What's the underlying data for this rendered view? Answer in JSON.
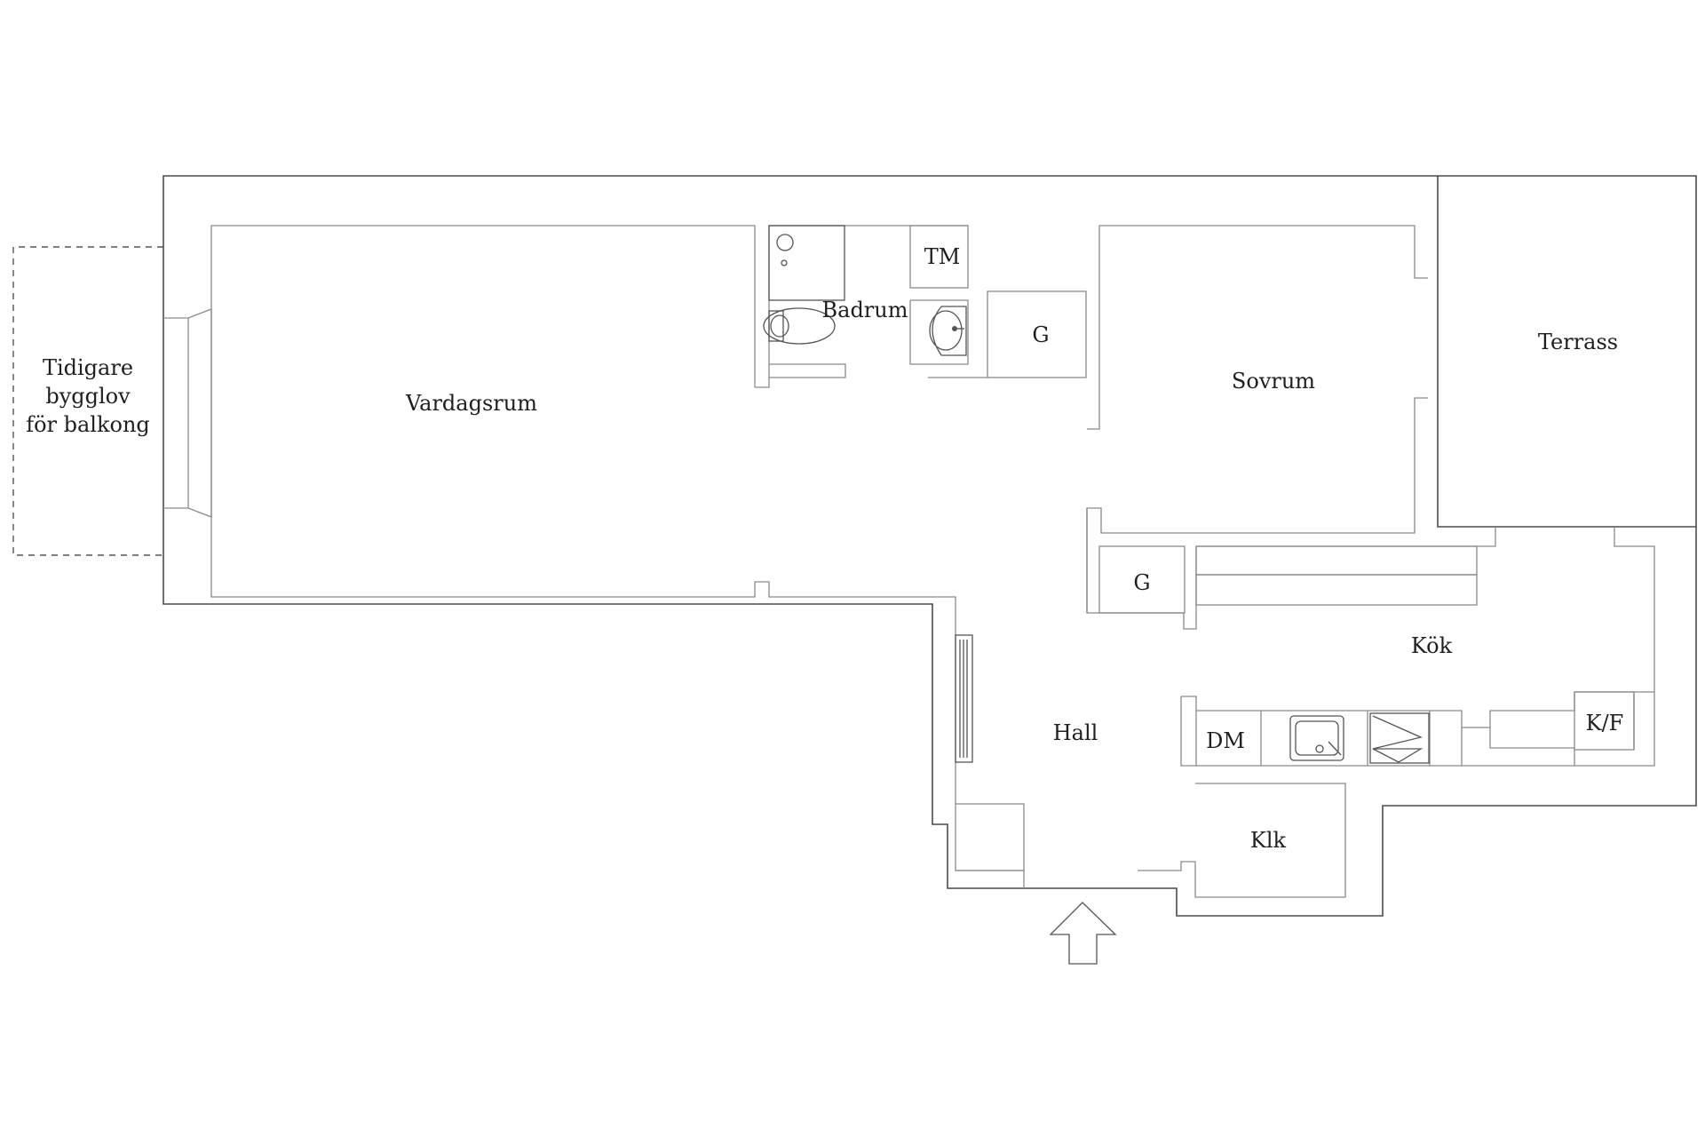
{
  "rooms": {
    "balcony": [
      "Tidigare",
      "bygglov",
      "för balkong"
    ],
    "vardagsrum": "Vardagsrum",
    "tm": "TM",
    "badrum": "Badrum",
    "g_top": "G",
    "sovrum": "Sovrum",
    "terrass": "Terrass",
    "g_mid": "G",
    "kok": "Kök",
    "hall": "Hall",
    "dm": "DM",
    "kf": "K/F",
    "klk": "Klk"
  },
  "colors": {
    "wall": "#4a4a4a",
    "inner": "#8a8a8a",
    "text": "#1f1f1f"
  },
  "icons": [
    "entrance-arrow-icon",
    "sink-icon",
    "toilet-icon",
    "washbasin-icon",
    "shower-icon",
    "stove-icon",
    "radiator-icon"
  ]
}
